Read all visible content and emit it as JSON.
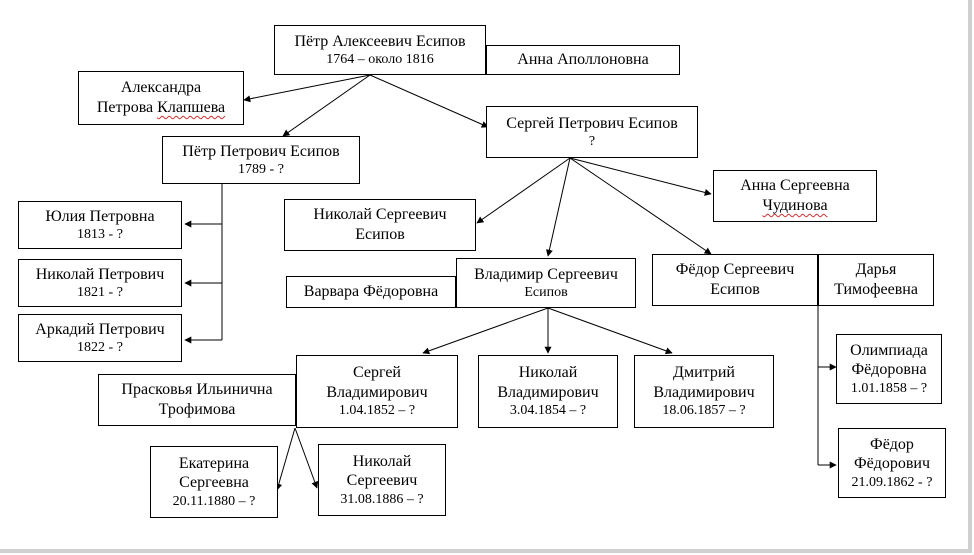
{
  "people": {
    "petr_alekseevich": {
      "name": "Пётр Алексеевич Есипов",
      "dates": "1764 – около 1816"
    },
    "anna_apollonovna": {
      "name": "Анна Аполлоновна"
    },
    "aleksandra": {
      "name_line1": "Александра",
      "name_line2_plain": "Петрова ",
      "name_line2_marked": "Клапшева"
    },
    "petr_petrovich": {
      "name": "Пётр Петрович Есипов",
      "dates": "1789 - ?"
    },
    "sergey_petrovich": {
      "name": "Сергей Петрович Есипов",
      "dates": "?"
    },
    "anna_chudinova": {
      "name_line1": "Анна Сергеевна",
      "name_line2": "Чудинова"
    },
    "yulia": {
      "name": "Юлия Петровна",
      "dates": "1813 - ?"
    },
    "nikolay_petrovich": {
      "name": "Николай Петрович",
      "dates": "1821 - ?"
    },
    "arkadiy": {
      "name": "Аркадий Петрович",
      "dates": "1822 - ?"
    },
    "nikolay_sergeevich": {
      "name_line1": "Николай Сергеевич",
      "name_line2": "Есипов"
    },
    "varvara": {
      "name": "Варвара Фёдоровна"
    },
    "vladimir": {
      "name_line1": "Владимир Сергеевич",
      "name_line2": "Есипов"
    },
    "fedor_sergeevich": {
      "name_line1": "Фёдор Сергеевич",
      "name_line2": "Есипов"
    },
    "darya": {
      "name_line1": "Дарья",
      "name_line2": "Тимофеевна"
    },
    "olimpiada": {
      "name_line1": "Олимпиада",
      "name_line2": "Фёдоровна",
      "dates": "1.01.1858 – ?"
    },
    "fedor_fedorovich": {
      "name_line1": "Фёдор",
      "name_line2": "Фёдорович",
      "dates": "21.09.1862 - ?"
    },
    "praskovya": {
      "name_line1": "Прасковья Ильинична",
      "name_line2": "Трофимова"
    },
    "sergey_vladimirovich": {
      "name_line1": "Сергей",
      "name_line2": "Владимирович",
      "dates": "1.04.1852 – ?"
    },
    "nikolay_vladimirovich": {
      "name_line1": "Николай",
      "name_line2": "Владимирович",
      "dates": "3.04.1854 – ?"
    },
    "dmitriy": {
      "name_line1": "Дмитрий",
      "name_line2": "Владимирович",
      "dates": "18.06.1857 – ?"
    },
    "ekaterina": {
      "name_line1": "Екатерина",
      "name_line2": "Сергеевна",
      "dates": "20.11.1880 – ?"
    },
    "nikolay_sergeevich_2": {
      "name_line1": "Николай",
      "name_line2": "Сергеевич",
      "dates": "31.08.1886 – ?"
    }
  }
}
